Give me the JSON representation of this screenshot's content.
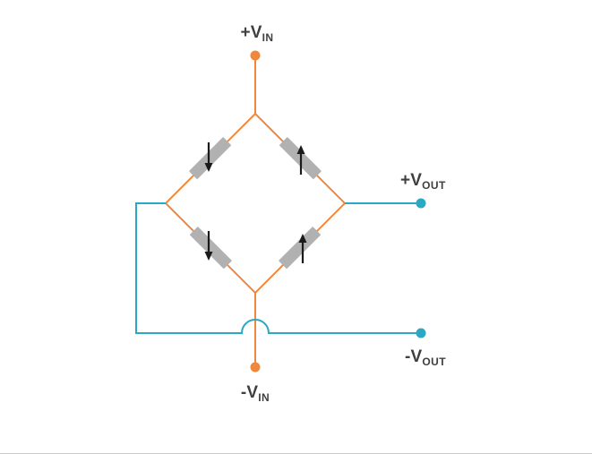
{
  "labels": {
    "vin_positive": {
      "text": "+V",
      "sub": "IN"
    },
    "vin_negative": {
      "text": "-V",
      "sub": "IN"
    },
    "vout_positive": {
      "text": "+V",
      "sub": "OUT"
    },
    "vout_negative": {
      "text": "-V",
      "sub": "OUT"
    }
  },
  "colors": {
    "excitation_wire": "#F0873C",
    "output_wire": "#2BA9C4",
    "gauge": "#B1B1B1",
    "arrow": "#1A1A1A",
    "label_text": "#3F3F3F"
  },
  "bridge": {
    "gauges": [
      {
        "position": "top-left",
        "arrow": "down"
      },
      {
        "position": "top-right",
        "arrow": "up"
      },
      {
        "position": "bottom-left",
        "arrow": "down"
      },
      {
        "position": "bottom-right",
        "arrow": "up"
      }
    ]
  }
}
